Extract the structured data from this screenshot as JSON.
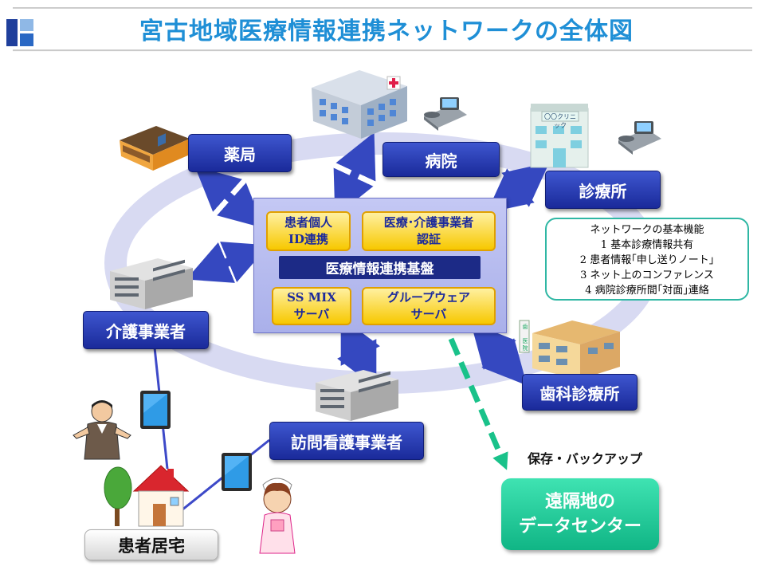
{
  "title": "宮古地域医療情報連携ネットワークの全体図",
  "nodes": {
    "pharmacy": "薬局",
    "hospital": "病院",
    "clinic": "診療所",
    "care_provider": "介護事業者",
    "dental_clinic": "歯科診療所",
    "home_nursing": "訪問看護事業者",
    "patient_home": "患者居宅",
    "clinic_sign": "〇〇クリニック",
    "dental_sign_1": "歯",
    "dental_sign_2": "医院"
  },
  "core": {
    "box1_line1": "患者個人",
    "box1_line2": "ID連携",
    "box2_line1": "医療･介護事業者",
    "box2_line2": "認証",
    "platform": "医療情報連携基盤",
    "box3_line1": "SS MIX",
    "box3_line2": "サーバ",
    "box4_line1": "グループウェア",
    "box4_line2": "サーバ"
  },
  "functions": {
    "heading": "ネットワークの基本機能",
    "items": [
      "1 基本診療情報共有",
      "2 患者情報｢申し送りノート｣",
      "3 ネット上のコンファレンス",
      "4 病院診療所間｢対面｣連絡"
    ]
  },
  "backup_label": "保存・バックアップ",
  "datacenter": {
    "line1": "遠隔地の",
    "line2": "データセンター"
  },
  "colors": {
    "title": "#1f8fd6",
    "node_box": "#2a3cb8",
    "core_bg": "#b4b9ee",
    "yellow_box": "#f7c800",
    "platform": "#1c2a86",
    "datacenter": "#18c594",
    "arrow": "#3548c0",
    "dashed_arrow": "#19c28a"
  }
}
